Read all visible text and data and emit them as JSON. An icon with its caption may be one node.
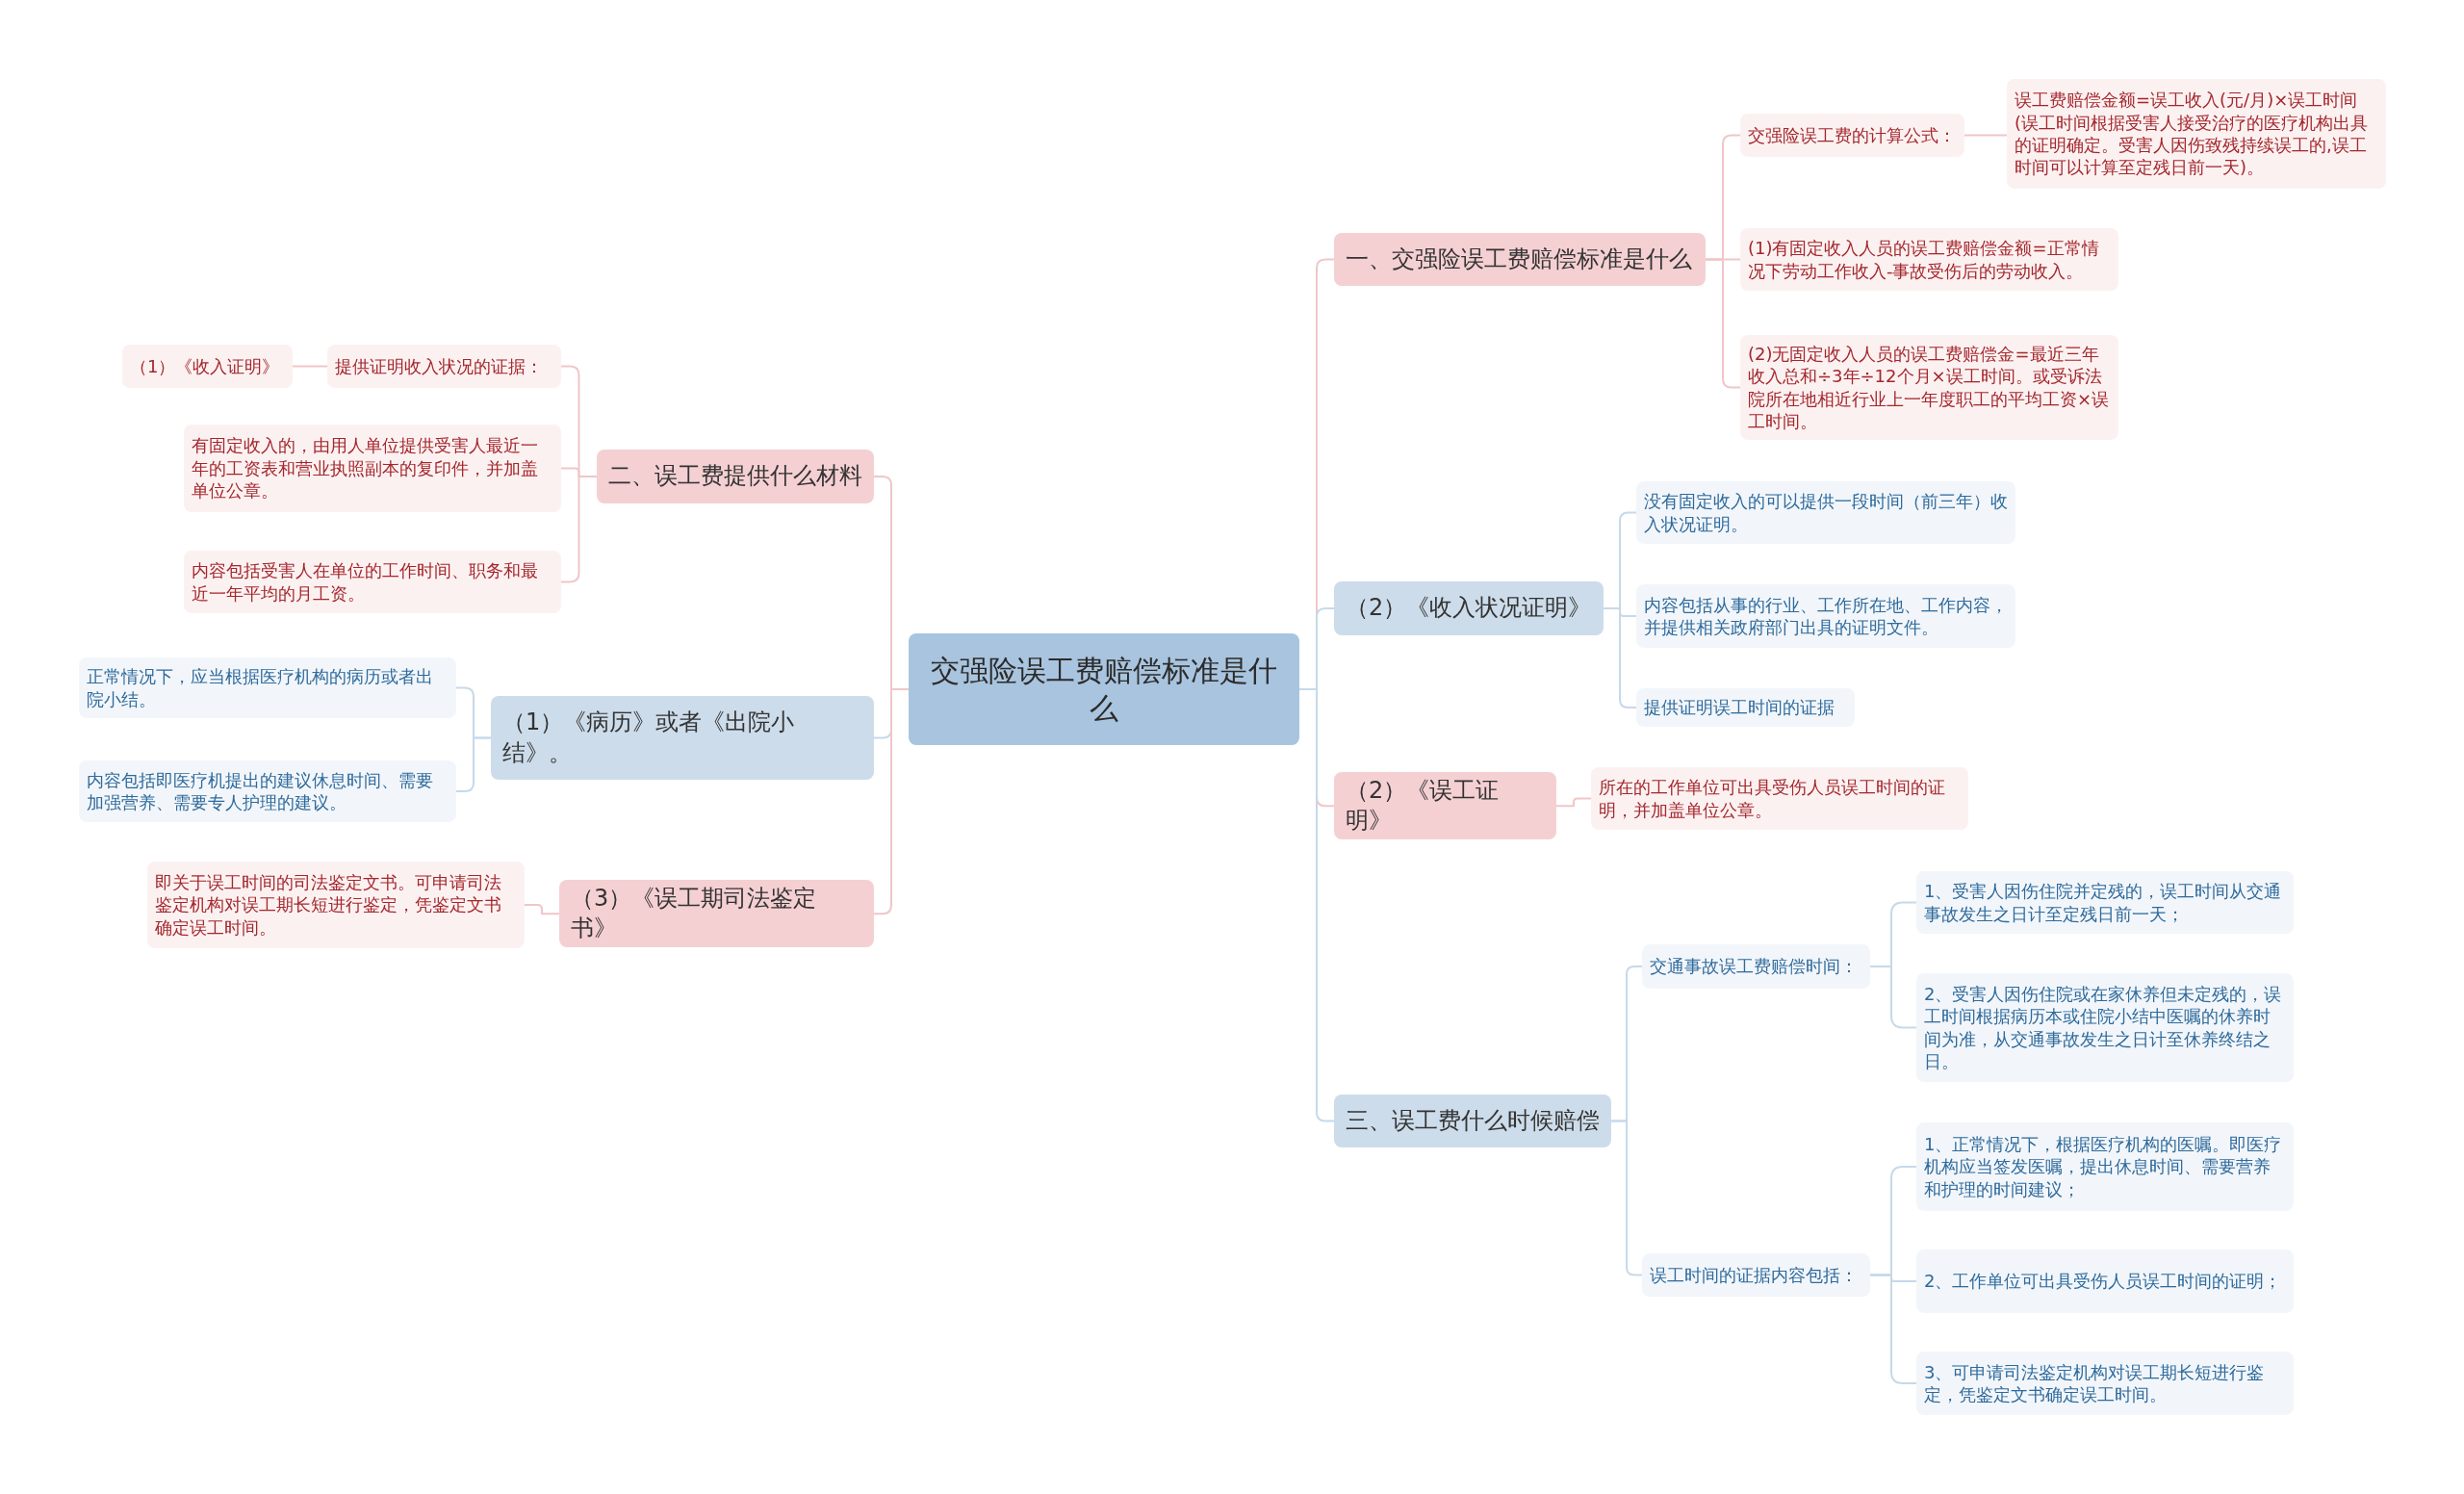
{
  "diagram": {
    "nodes": [
      {
        "text": [
          "交强险误工费赔偿标准是什么"
        ]
      },
      {
        "text": [
          "一、交强险误工费赔偿标准是什么"
        ]
      },
      {
        "text": [
          "交强险误工费的计算公式："
        ]
      },
      {
        "text": [
          "误工费赔偿金额=误工收入(元/月)×误工时间(误工时间根据受害人接受治疗的医疗机构出具的证明确定。受害人因伤致残持续误工的,误工时间可以计算至定残日前一天)。"
        ]
      },
      {
        "text": [
          "(1)有固定收入人员的误工费赔偿金额=正常情况下劳动工作收入-事故受伤后的劳动收入。"
        ]
      },
      {
        "text": [
          "(2)无固定收入人员的误工费赔偿金=最近三年收入总和÷3年÷12个月×误工时间。或受诉法院所在地相近行业上一年度职工的平均工资×误工时间。"
        ]
      },
      {
        "text": [
          "（2）《收入状况证明》"
        ]
      },
      {
        "text": [
          "没有固定收入的可以提供一段时间（前三年）收入状况证明。"
        ]
      },
      {
        "text": [
          "内容包括从事的行业、工作所在地、工作内容，并提供相关政府部门出具的证明文件。"
        ]
      },
      {
        "text": [
          "提供证明误工时间的证据"
        ]
      },
      {
        "text": [
          "（2）《误工证明》"
        ]
      },
      {
        "text": [
          "所在的工作单位可出具受伤人员误工时间的证明，并加盖单位公章。"
        ]
      },
      {
        "text": [
          "三、误工费什么时候赔偿"
        ]
      },
      {
        "text": [
          "交通事故误工费赔偿时间："
        ]
      },
      {
        "text": [
          "1、受害人因伤住院并定残的，误工时间从交通事故发生之日计至定残日前一天；"
        ]
      },
      {
        "text": [
          "2、受害人因伤住院或在家休养但未定残的，误工时间根据病历本或住院小结中医嘱的休养时间为准，从交通事故发生之日计至休养终结之日。"
        ]
      },
      {
        "text": [
          "误工时间的证据内容包括："
        ]
      },
      {
        "text": [
          "1、正常情况下，根据医疗机构的医嘱。即医疗机构应当签发医嘱，提出休息时间、需要营养和护理的时间建议；"
        ]
      },
      {
        "text": [
          "2、工作单位可出具受伤人员误工时间的证明；"
        ]
      },
      {
        "text": [
          "3、可申请司法鉴定机构对误工期长短进行鉴定，凭鉴定文书确定误工时间。"
        ]
      },
      {
        "text": [
          "二、误工费提供什么材料"
        ]
      },
      {
        "text": [
          "提供证明收入状况的证据："
        ]
      },
      {
        "text": [
          "（1）《收入证明》"
        ]
      },
      {
        "text": [
          "有固定收入的，由用人单位提供受害人最近一年的工资表和营业执照副本的复印件，并加盖单位公章。"
        ]
      },
      {
        "text": [
          "内容包括受害人在单位的工作时间、职务和最近一年平均的月工资。"
        ]
      },
      {
        "text": [
          "（1）《病历》或者《出院小结》。"
        ]
      },
      {
        "text": [
          "正常情况下，应当根据医疗机构的病历或者出院小结。"
        ]
      },
      {
        "text": [
          "内容包括即医疗机提出的建议休息时间、需要加强营养、需要专人护理的建议。"
        ]
      },
      {
        "text": [
          "（3）《误工期司法鉴定书》"
        ]
      },
      {
        "text": [
          "即关于误工时间的司法鉴定文书。可申请司法鉴定机构对误工期长短进行鉴定，凭鉴定文书确定误工时间。"
        ]
      }
    ],
    "edges": [
      {
        "from": 0,
        "to": 1,
        "arrow": "none"
      },
      {
        "from": 1,
        "to": 2,
        "arrow": "none"
      },
      {
        "from": 2,
        "to": 3,
        "arrow": "none"
      },
      {
        "from": 1,
        "to": 4,
        "arrow": "none"
      },
      {
        "from": 1,
        "to": 5,
        "arrow": "none"
      },
      {
        "from": 0,
        "to": 6,
        "arrow": "none",
        "color": "#c6d9ea"
      },
      {
        "from": 6,
        "to": 7,
        "arrow": "none",
        "color": "#c6d9ea"
      },
      {
        "from": 6,
        "to": 8,
        "arrow": "none",
        "color": "#c6d9ea"
      },
      {
        "from": 6,
        "to": 9,
        "arrow": "none",
        "color": "#c6d9ea"
      },
      {
        "from": 0,
        "to": 10,
        "arrow": "none"
      },
      {
        "from": 10,
        "to": 11,
        "arrow": "none"
      },
      {
        "from": 0,
        "to": 12,
        "arrow": "none",
        "color": "#c6d9ea"
      },
      {
        "from": 12,
        "to": 13,
        "arrow": "none",
        "color": "#c6d9ea"
      },
      {
        "from": 13,
        "to": 14,
        "arrow": "none",
        "color": "#c6d9ea"
      },
      {
        "from": 13,
        "to": 15,
        "arrow": "none",
        "color": "#c6d9ea"
      },
      {
        "from": 12,
        "to": 16,
        "arrow": "none",
        "color": "#c6d9ea"
      },
      {
        "from": 16,
        "to": 17,
        "arrow": "none",
        "color": "#c6d9ea"
      },
      {
        "from": 16,
        "to": 18,
        "arrow": "none",
        "color": "#c6d9ea"
      },
      {
        "from": 16,
        "to": 19,
        "arrow": "none",
        "color": "#c6d9ea"
      },
      {
        "from": 0,
        "to": 20,
        "arrow": "none"
      },
      {
        "from": 20,
        "to": 21,
        "arrow": "none"
      },
      {
        "from": 21,
        "to": 22,
        "arrow": "none"
      },
      {
        "from": 20,
        "to": 23,
        "arrow": "none"
      },
      {
        "from": 20,
        "to": 24,
        "arrow": "none"
      },
      {
        "from": 0,
        "to": 25,
        "arrow": "none",
        "color": "#c6d9ea"
      },
      {
        "from": 25,
        "to": 26,
        "arrow": "none",
        "color": "#c6d9ea"
      },
      {
        "from": 25,
        "to": 27,
        "arrow": "none",
        "color": "#c6d9ea"
      },
      {
        "from": 0,
        "to": 28,
        "arrow": "none"
      },
      {
        "from": 28,
        "to": 29,
        "arrow": "none"
      }
    ]
  }
}
